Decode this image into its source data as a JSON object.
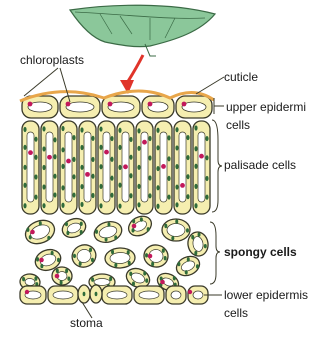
{
  "labels": {
    "chloroplasts": "chloroplasts",
    "cuticle": "cuticle",
    "upper_epidermis_line1": "upper epidermi",
    "upper_epidermis_line2": "cells",
    "palisade": "palisade cells",
    "spongy": "spongy cells",
    "lower_epidermis_line1": "lower epidermis",
    "lower_epidermis_line2": "cells",
    "stoma": "stoma"
  },
  "colors": {
    "cell_fill": "#f5eeb0",
    "cell_wall": "#3a3a2a",
    "cell_inner": "#ffffff",
    "chloroplast": "#2f6b3a",
    "nucleus": "#c2185b",
    "cuticle": "#e8a64a",
    "leaf": "#8bc79a",
    "arrow": "#e0342a"
  }
}
